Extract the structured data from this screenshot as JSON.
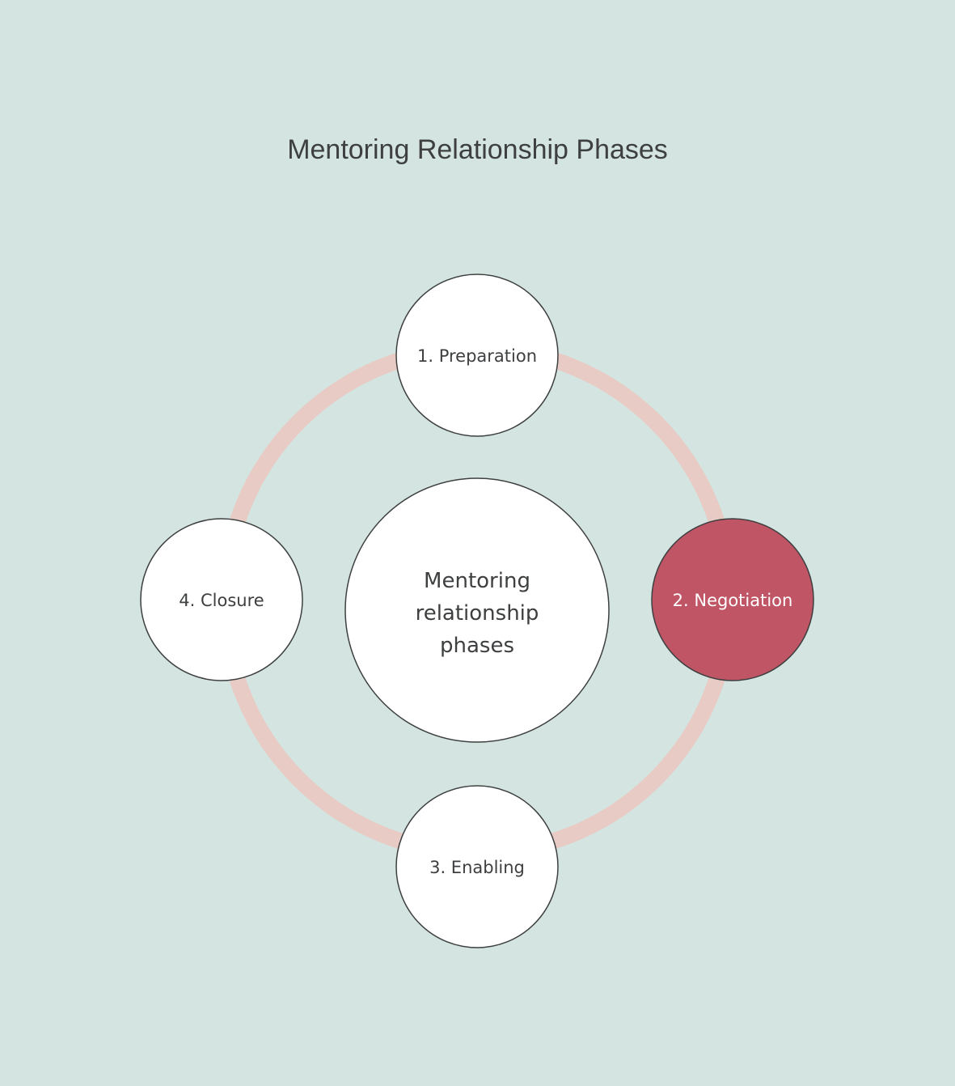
{
  "title": "Mentoring Relationship Phases",
  "colors": {
    "background": "#d4e4e1",
    "ring": "#e8cbc4",
    "node_fill": "#ffffff",
    "highlight_fill": "#c05565",
    "node_stroke": "#3d3f40",
    "text": "#3d3f40",
    "highlight_text": "#ffffff"
  },
  "center": {
    "lines": [
      "Mentoring",
      "relationship",
      "phases"
    ]
  },
  "phases": [
    {
      "label": "1. Preparation",
      "position": "top",
      "highlighted": false
    },
    {
      "label": "2. Negotiation",
      "position": "right",
      "highlighted": true
    },
    {
      "label": "3. Enabling",
      "position": "bottom",
      "highlighted": false
    },
    {
      "label": "4. Closure",
      "position": "left",
      "highlighted": false
    }
  ]
}
